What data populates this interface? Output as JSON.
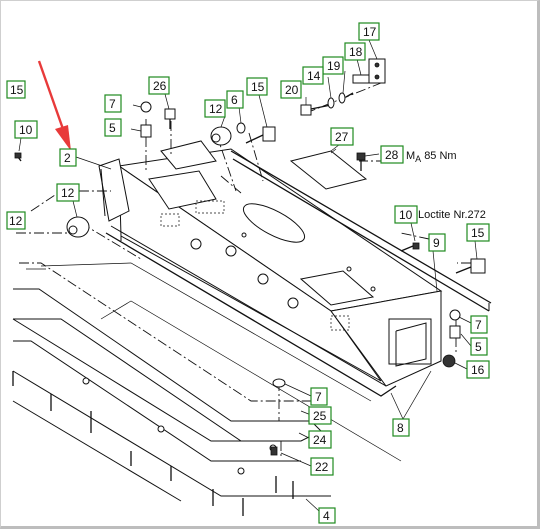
{
  "labels": [
    {
      "id": "l17",
      "text": "17"
    },
    {
      "id": "l18",
      "text": "18"
    },
    {
      "id": "l19",
      "text": "19"
    },
    {
      "id": "l14",
      "text": "14"
    },
    {
      "id": "l20",
      "text": "20"
    },
    {
      "id": "l26",
      "text": "26"
    },
    {
      "id": "l15a",
      "text": "15"
    },
    {
      "id": "l7a",
      "text": "7"
    },
    {
      "id": "l6",
      "text": "6"
    },
    {
      "id": "l12a",
      "text": "12"
    },
    {
      "id": "l5a",
      "text": "5"
    },
    {
      "id": "l15b",
      "text": "15"
    },
    {
      "id": "l10a",
      "text": "10"
    },
    {
      "id": "l2",
      "text": "2"
    },
    {
      "id": "l27",
      "text": "27"
    },
    {
      "id": "l28",
      "text": "28"
    },
    {
      "id": "l12b",
      "text": "12"
    },
    {
      "id": "l12c",
      "text": "12"
    },
    {
      "id": "l10b",
      "text": "10"
    },
    {
      "id": "l9",
      "text": "9"
    },
    {
      "id": "l15c",
      "text": "15"
    },
    {
      "id": "l7b",
      "text": "7"
    },
    {
      "id": "l5b",
      "text": "5"
    },
    {
      "id": "l16",
      "text": "16"
    },
    {
      "id": "l7c",
      "text": "7"
    },
    {
      "id": "l25",
      "text": "25"
    },
    {
      "id": "l8",
      "text": "8"
    },
    {
      "id": "l24",
      "text": "24"
    },
    {
      "id": "l22",
      "text": "22"
    },
    {
      "id": "l4",
      "text": "4"
    }
  ],
  "notes": {
    "torque_prefix": "M",
    "torque_sub": "A",
    "torque_value": "85 Nm",
    "loctite": "Loctite Nr.272"
  },
  "colors": {
    "label_border": "#1f8a1f",
    "arrow": "#e83a3a",
    "line": "#111111"
  }
}
